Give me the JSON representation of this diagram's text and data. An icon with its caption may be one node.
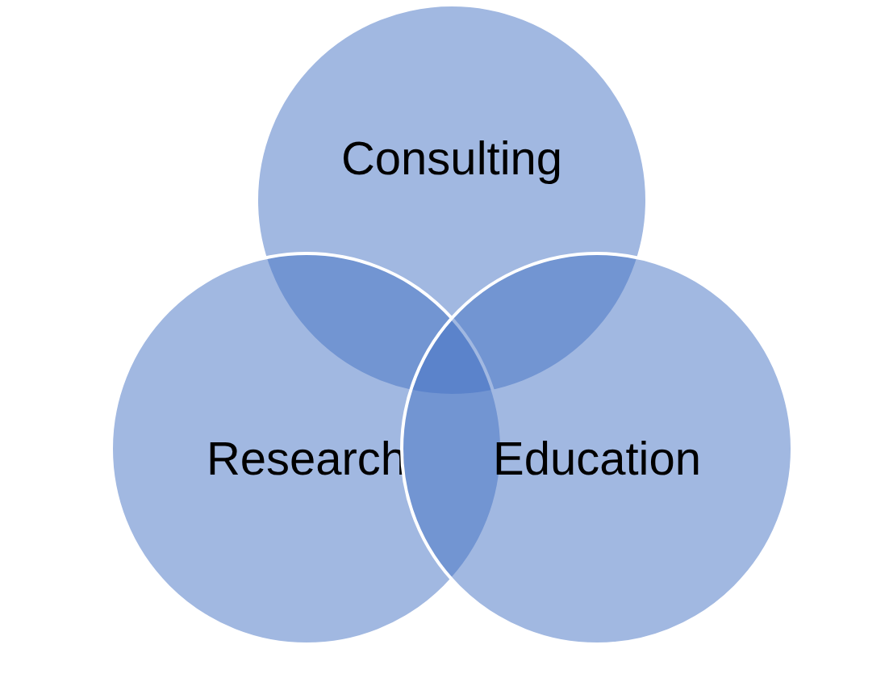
{
  "diagram": {
    "nodes": [
      {
        "text": [
          "Consulting"
        ]
      },
      {
        "text": [
          "Research"
        ]
      },
      {
        "text": [
          "Education"
        ]
      }
    ]
  }
}
